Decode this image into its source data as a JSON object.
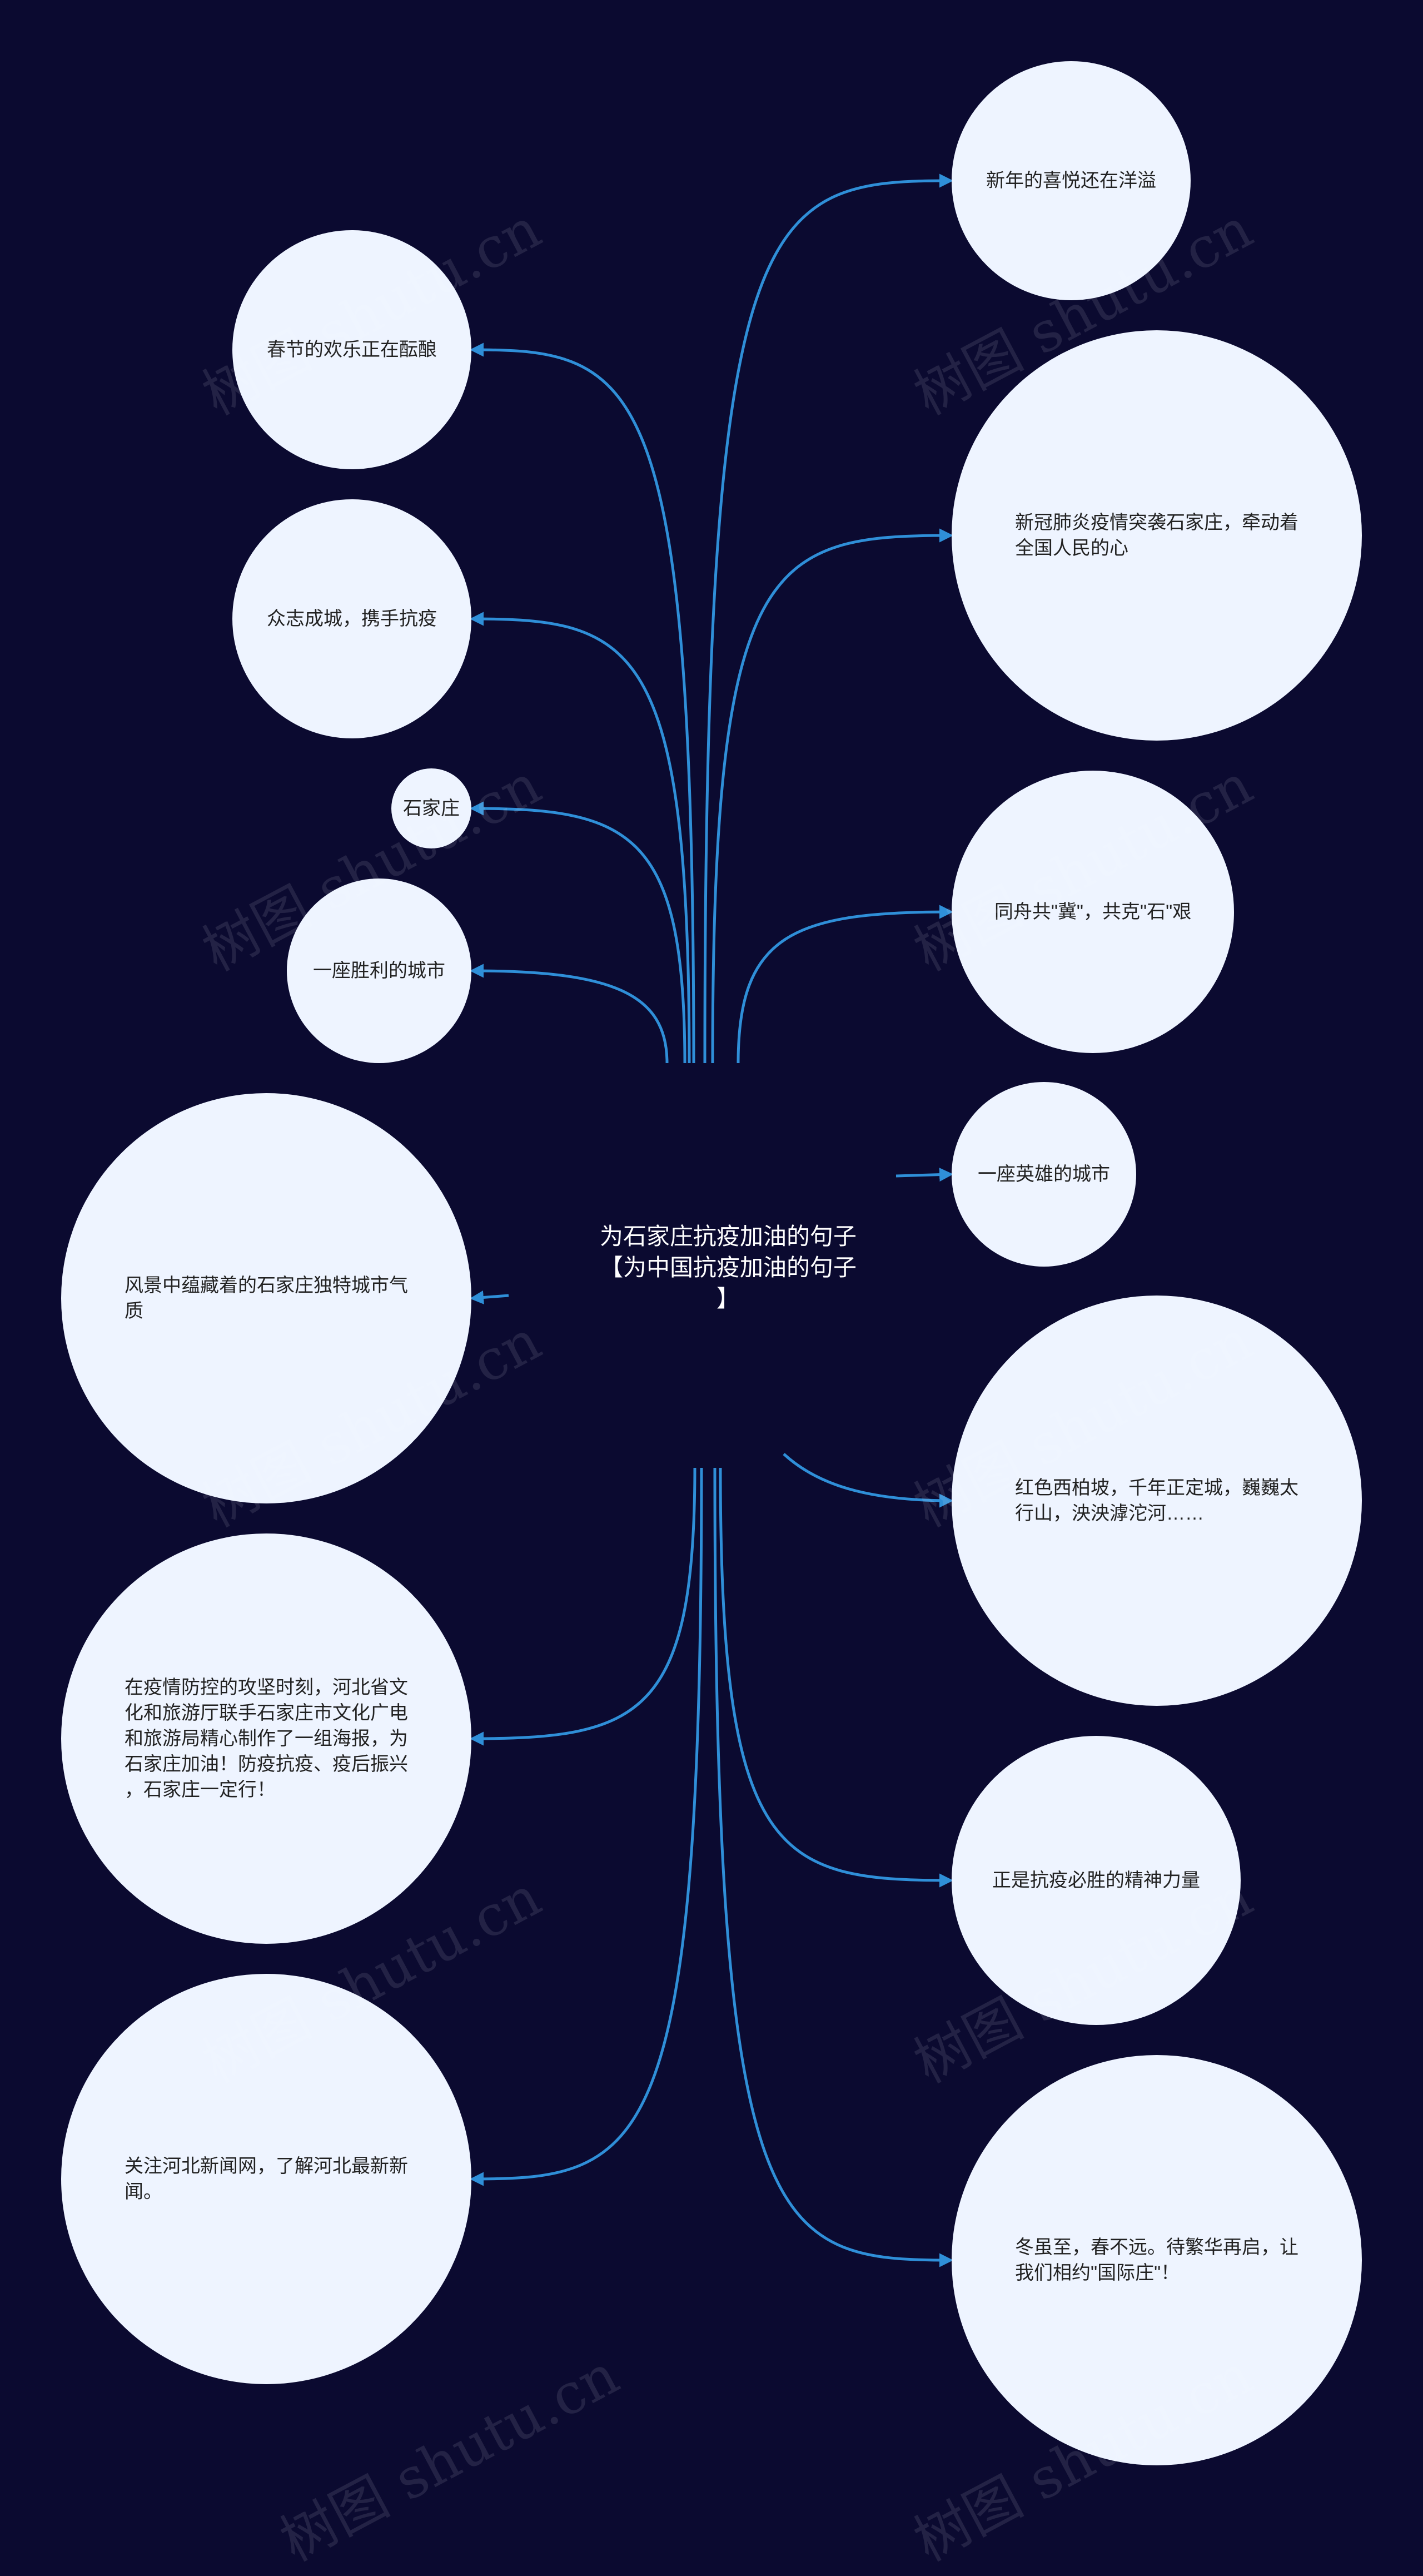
{
  "root": {
    "title": "为石家庄抗疫加油的句子\n【为中国抗疫加油的句子\n】"
  },
  "left_nodes": [
    {
      "id": "l1",
      "label": "春节的欢乐正在酝酿"
    },
    {
      "id": "l2",
      "label": "众志成城，携手抗疫"
    },
    {
      "id": "l3",
      "label": "石家庄"
    },
    {
      "id": "l4",
      "label": "一座胜利的城市"
    },
    {
      "id": "l5",
      "label": "风景中蕴藏着的石家庄独特城市气\n质"
    },
    {
      "id": "l6",
      "label": "在疫情防控的攻坚时刻，河北省文\n化和旅游厅联手石家庄市文化广电\n和旅游局精心制作了一组海报，为\n石家庄加油！防疫抗疫、疫后振兴\n，石家庄一定行！"
    },
    {
      "id": "l7",
      "label": "关注河北新闻网，了解河北最新新\n闻。"
    }
  ],
  "right_nodes": [
    {
      "id": "r1",
      "label": "新年的喜悦还在洋溢"
    },
    {
      "id": "r2",
      "label": "新冠肺炎疫情突袭石家庄，牵动着\n全国人民的心"
    },
    {
      "id": "r3",
      "label": "同舟共\"冀\"，共克\"石\"艰"
    },
    {
      "id": "r4",
      "label": "一座英雄的城市"
    },
    {
      "id": "r5",
      "label": "红色西柏坡，千年正定城，巍巍太\n行山，泱泱滹沱河……"
    },
    {
      "id": "r6",
      "label": "正是抗疫必胜的精神力量"
    },
    {
      "id": "r7",
      "label": "冬虽至，春不远。待繁华再启，让\n我们相约\"国际庄\"！"
    }
  ],
  "watermark": "树图 shutu.cn",
  "colors": {
    "background": "#0b0a30",
    "node_fill": "#eef4ff",
    "link": "#2f8fd8",
    "root_text": "#ffffff",
    "node_text": "#222222"
  }
}
